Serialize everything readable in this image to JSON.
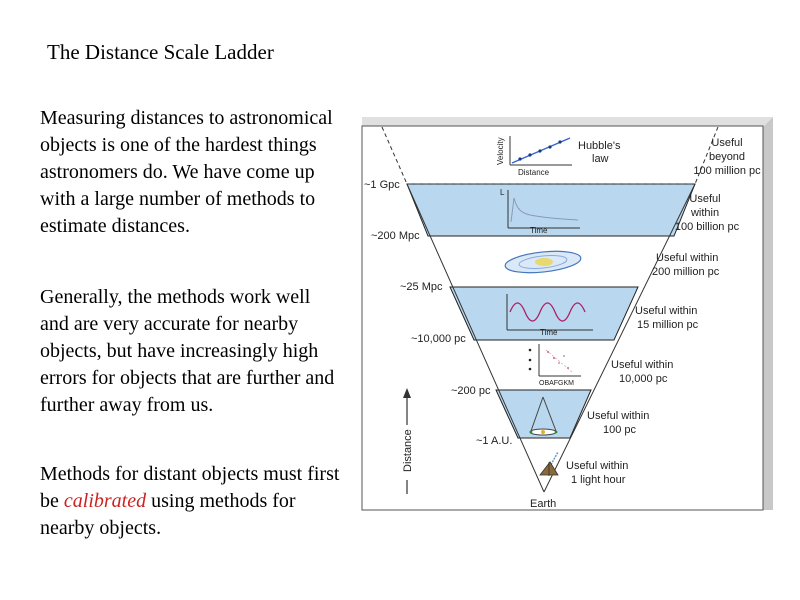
{
  "slide": {
    "title": "The Distance Scale Ladder",
    "para1": "Measuring distances to astronomical objects is one of the hardest things astronomers do.  We have come up with a large number of methods to estimate distances.",
    "para2": "Generally, the methods work well and are very accurate for nearby objects, but have increasingly high errors for objects that are further and further away from us.",
    "para3_before": "Methods for distant objects must first be ",
    "para3_emph": "calibrated",
    "para3_after": " using methods for nearby objects."
  },
  "diagram": {
    "left_labels": [
      "~1 Gpc",
      "~200 Mpc",
      "~25 Mpc",
      "~10,000 pc",
      "~200 pc",
      "~1 A.U."
    ],
    "right_labels": [
      [
        "Useful",
        "beyond",
        "100 million pc"
      ],
      [
        "Useful",
        "within",
        "100 billion pc"
      ],
      [
        "Useful within",
        "200 million pc"
      ],
      [
        "Useful within",
        "15 million pc"
      ],
      [
        "Useful within",
        "10,000 pc"
      ],
      [
        "Useful within",
        "100 pc"
      ],
      [
        "Useful within",
        "1 light hour"
      ]
    ],
    "earth_label": "Earth",
    "distance_axis_label": "Distance",
    "hubble_label": [
      "Hubble's",
      "law"
    ],
    "velocity_label": "Velocity",
    "distance_small_label": "Distance",
    "L_label": "L",
    "time_label_1": "Time",
    "time_label_2": "Time",
    "spectral_label": "OBAFGKM",
    "colors": {
      "band_fill": "#b9d8ef",
      "band_stroke": "#222222",
      "frame_shadow": "#c8c8c8",
      "accent_red": "#cc2222"
    }
  }
}
